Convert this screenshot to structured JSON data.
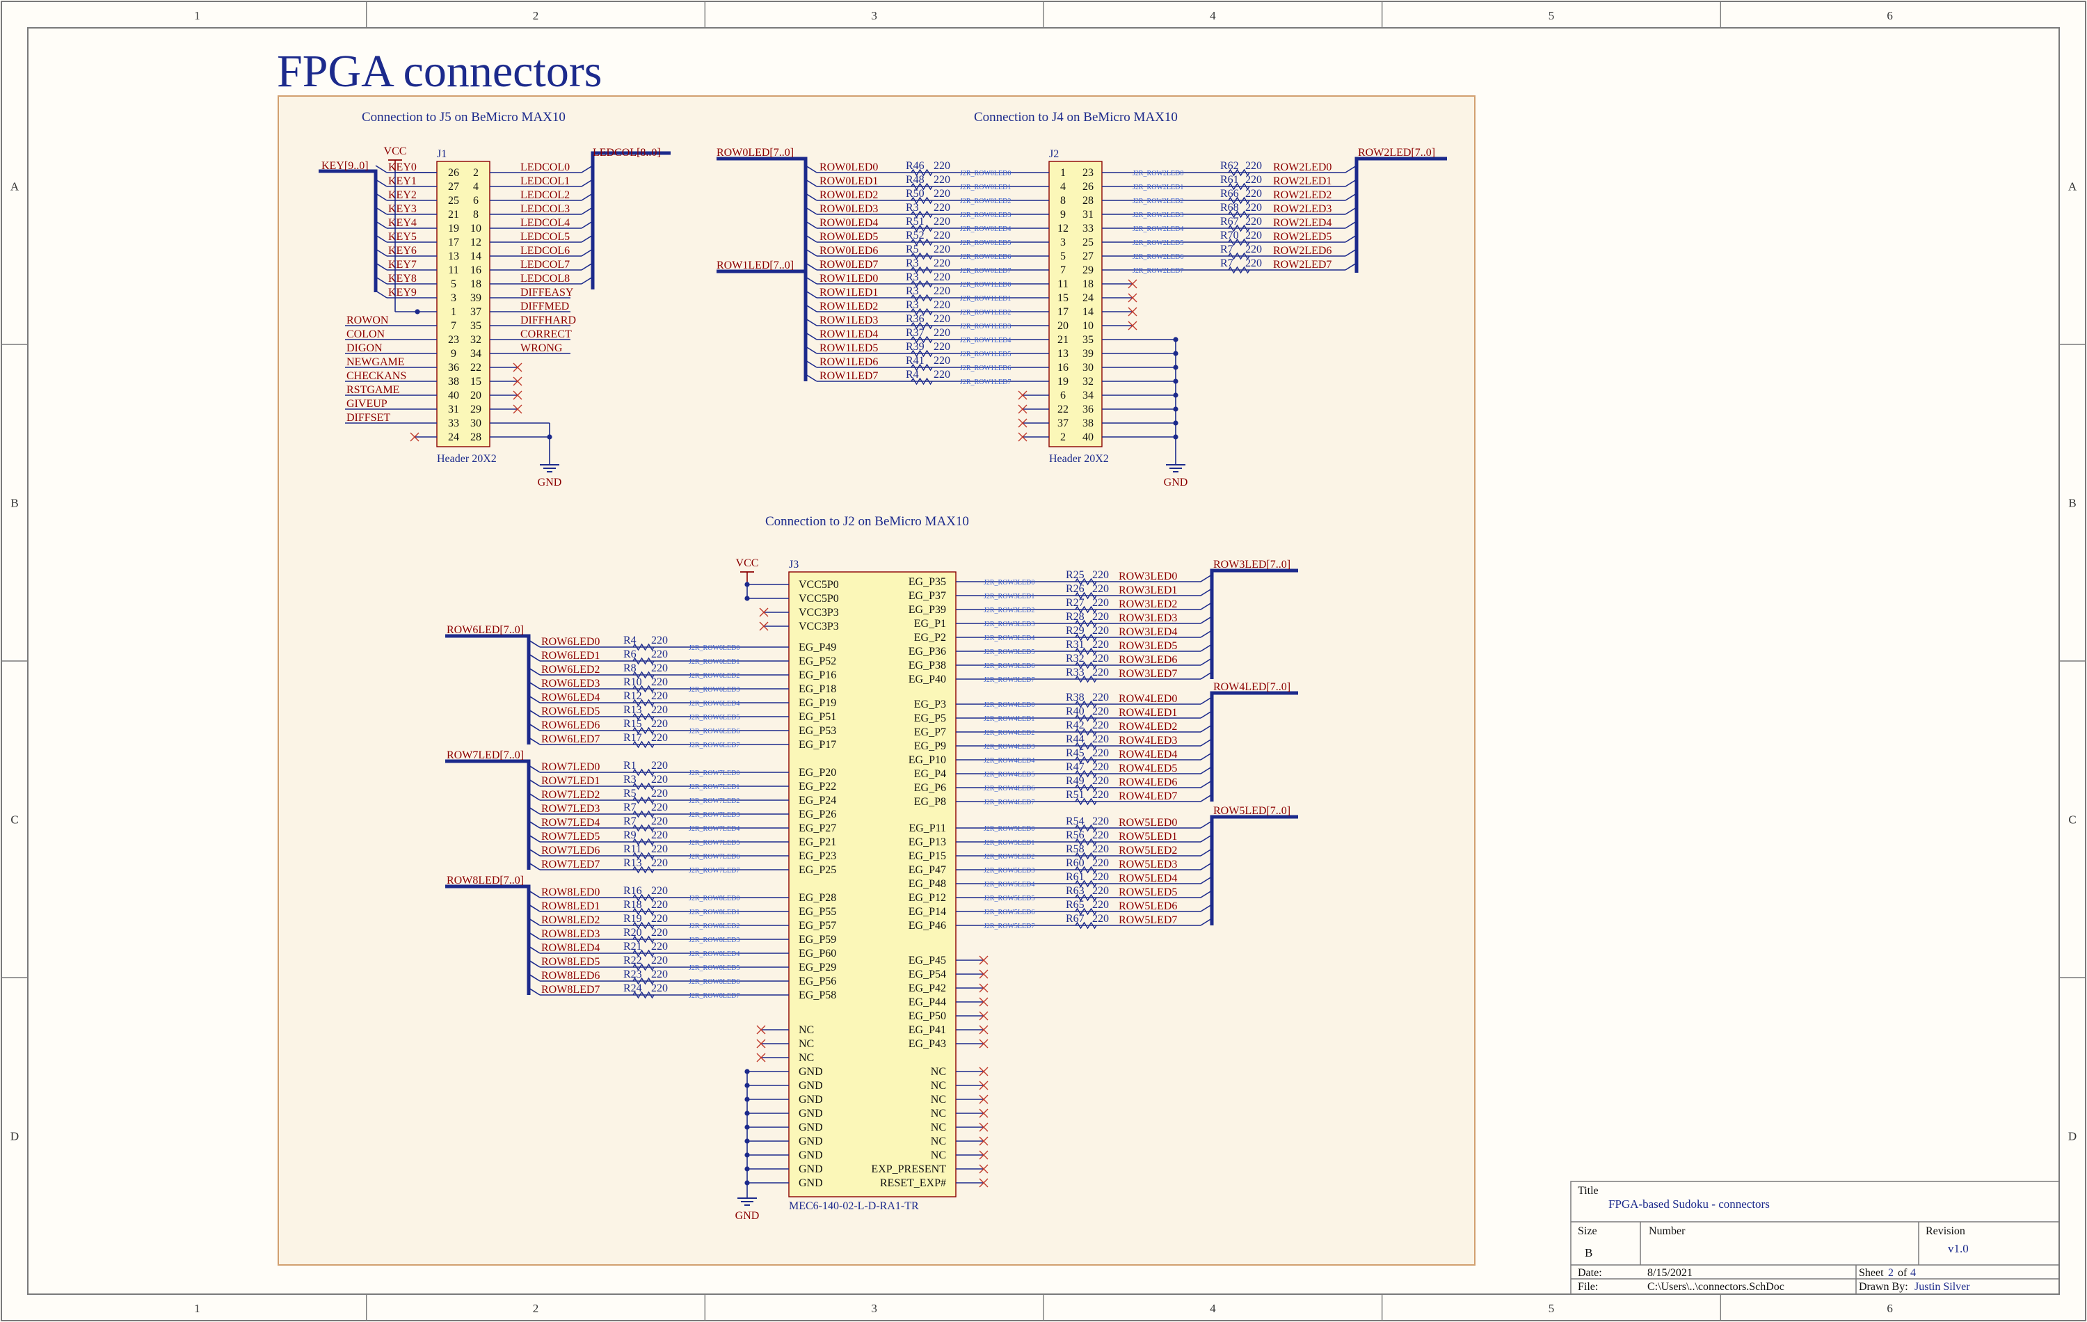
{
  "sheet": {
    "title": "FPGA connectors",
    "grid_cols": [
      "1",
      "2",
      "3",
      "4",
      "5",
      "6"
    ],
    "grid_rows": [
      "A",
      "B",
      "C",
      "D"
    ]
  },
  "colors": {
    "border": "#7a7a7a",
    "ink": "#1c2a8c",
    "red": "#8b0000",
    "blue_label": "#3a5fd0",
    "part_fill": "#fbf7b8",
    "part_stroke": "#8b0000",
    "region_fill": "#fbf4e6",
    "region_stroke": "#d2a070"
  },
  "sections": {
    "j5_title": "Connection to J5 on BeMicro MAX10",
    "j4_title": "Connection to J4 on BeMicro MAX10",
    "j2_title": "Connection to J2 on BeMicro MAX10"
  },
  "j1": {
    "designator": "J1",
    "footer": "Header 20X2",
    "vcc": "VCC",
    "gnd": "GND",
    "bus_left": "KEY[9..0]",
    "bus_right": "LEDCOL[8..0]",
    "rows": [
      {
        "l": "KEY0",
        "a": "26",
        "b": "2",
        "r": "LEDCOL0"
      },
      {
        "l": "KEY1",
        "a": "27",
        "b": "4",
        "r": "LEDCOL1"
      },
      {
        "l": "KEY2",
        "a": "25",
        "b": "6",
        "r": "LEDCOL2"
      },
      {
        "l": "KEY3",
        "a": "21",
        "b": "8",
        "r": "LEDCOL3"
      },
      {
        "l": "KEY4",
        "a": "19",
        "b": "10",
        "r": "LEDCOL4"
      },
      {
        "l": "KEY5",
        "a": "17",
        "b": "12",
        "r": "LEDCOL5"
      },
      {
        "l": "KEY6",
        "a": "13",
        "b": "14",
        "r": "LEDCOL6"
      },
      {
        "l": "KEY7",
        "a": "11",
        "b": "16",
        "r": "LEDCOL7"
      },
      {
        "l": "KEY8",
        "a": "5",
        "b": "18",
        "r": "LEDCOL8"
      },
      {
        "l": "KEY9",
        "a": "3",
        "b": "39",
        "r": "DIFFEASY"
      },
      {
        "l": "",
        "a": "1",
        "b": "37",
        "r": "DIFFMED"
      },
      {
        "l": "ROWON",
        "a": "7",
        "b": "35",
        "r": "DIFFHARD"
      },
      {
        "l": "COLON",
        "a": "23",
        "b": "32",
        "r": "CORRECT"
      },
      {
        "l": "DIGON",
        "a": "9",
        "b": "34",
        "r": "WRONG"
      },
      {
        "l": "NEWGAME",
        "a": "36",
        "b": "22",
        "r": ""
      },
      {
        "l": "CHECKANS",
        "a": "38",
        "b": "15",
        "r": ""
      },
      {
        "l": "RSTGAME",
        "a": "40",
        "b": "20",
        "r": ""
      },
      {
        "l": "GIVEUP",
        "a": "31",
        "b": "29",
        "r": ""
      },
      {
        "l": "DIFFSET",
        "a": "33",
        "b": "30",
        "r": ""
      },
      {
        "l": "",
        "a": "24",
        "b": "28",
        "r": ""
      }
    ]
  },
  "j2": {
    "designator": "J2",
    "footer": "Header 20X2",
    "gnd": "GND",
    "bus_row0": "ROW0LED[7..0]",
    "bus_row1": "ROW1LED[7..0]",
    "bus_row2": "ROW2LED[7..0]",
    "left": [
      {
        "n": "ROW0LED0",
        "r": "R46",
        "v": "220",
        "w": "J2R_ROW0LED0",
        "a": "1",
        "b": "23",
        "w2": "J2R_ROW2LED0",
        "r2": "R62",
        "v2": "220",
        "n2": "ROW2LED0"
      },
      {
        "n": "ROW0LED1",
        "r": "R48",
        "v": "220",
        "w": "J2R_ROW0LED1",
        "a": "4",
        "b": "26",
        "w2": "J2R_ROW2LED1",
        "r2": "R61",
        "v2": "220",
        "n2": "ROW2LED1"
      },
      {
        "n": "ROW0LED2",
        "r": "R50",
        "v": "220",
        "w": "J2R_ROW0LED2",
        "a": "8",
        "b": "28",
        "w2": "J2R_ROW2LED2",
        "r2": "R66",
        "v2": "220",
        "n2": "ROW2LED2"
      },
      {
        "n": "ROW0LED3",
        "r": "R3",
        "v": "220",
        "w": "J2R_ROW0LED3",
        "a": "9",
        "b": "31",
        "w2": "J2R_ROW2LED3",
        "r2": "R68",
        "v2": "220",
        "n2": "ROW2LED3"
      },
      {
        "n": "ROW0LED4",
        "r": "R51",
        "v": "220",
        "w": "J2R_ROW0LED4",
        "a": "12",
        "b": "33",
        "w2": "J2R_ROW2LED4",
        "r2": "R67",
        "v2": "220",
        "n2": "ROW2LED4"
      },
      {
        "n": "ROW0LED5",
        "r": "R52",
        "v": "220",
        "w": "J2R_ROW0LED5",
        "a": "3",
        "b": "25",
        "w2": "J2R_ROW2LED5",
        "r2": "R70",
        "v2": "220",
        "n2": "ROW2LED5"
      },
      {
        "n": "ROW0LED6",
        "r": "R5",
        "v": "220",
        "w": "J2R_ROW0LED6",
        "a": "5",
        "b": "27",
        "w2": "J2R_ROW2LED6",
        "r2": "R7",
        "v2": "220",
        "n2": "ROW2LED6"
      },
      {
        "n": "ROW0LED7",
        "r": "R3",
        "v": "220",
        "w": "J2R_ROW0LED7",
        "a": "7",
        "b": "29",
        "w2": "J2R_ROW2LED7",
        "r2": "R7",
        "v2": "220",
        "n2": "ROW2LED7"
      },
      {
        "n": "ROW1LED0",
        "r": "R3",
        "v": "220",
        "w": "J2R_ROW1LED0",
        "a": "11",
        "b": "18",
        "w2": "",
        "r2": "",
        "v2": "",
        "n2": ""
      },
      {
        "n": "ROW1LED1",
        "r": "R3",
        "v": "220",
        "w": "J2R_ROW1LED1",
        "a": "15",
        "b": "24",
        "w2": "",
        "r2": "",
        "v2": "",
        "n2": ""
      },
      {
        "n": "ROW1LED2",
        "r": "R3",
        "v": "220",
        "w": "J2R_ROW1LED2",
        "a": "17",
        "b": "14",
        "w2": "",
        "r2": "",
        "v2": "",
        "n2": ""
      },
      {
        "n": "ROW1LED3",
        "r": "R36",
        "v": "220",
        "w": "J2R_ROW1LED3",
        "a": "20",
        "b": "10",
        "w2": "",
        "r2": "",
        "v2": "",
        "n2": ""
      },
      {
        "n": "ROW1LED4",
        "r": "R37",
        "v": "220",
        "w": "J2R_ROW1LED4",
        "a": "21",
        "b": "35",
        "w2": "",
        "r2": "",
        "v2": "",
        "n2": ""
      },
      {
        "n": "ROW1LED5",
        "r": "R39",
        "v": "220",
        "w": "J2R_ROW1LED5",
        "a": "13",
        "b": "39",
        "w2": "",
        "r2": "",
        "v2": "",
        "n2": ""
      },
      {
        "n": "ROW1LED6",
        "r": "R41",
        "v": "220",
        "w": "J2R_ROW1LED6",
        "a": "16",
        "b": "30",
        "w2": "",
        "r2": "",
        "v2": "",
        "n2": ""
      },
      {
        "n": "ROW1LED7",
        "r": "R4",
        "v": "220",
        "w": "J2R_ROW1LED7",
        "a": "19",
        "b": "32",
        "w2": "",
        "r2": "",
        "v2": "",
        "n2": ""
      },
      {
        "n": "",
        "r": "",
        "v": "",
        "w": "",
        "a": "6",
        "b": "34",
        "w2": "",
        "r2": "",
        "v2": "",
        "n2": ""
      },
      {
        "n": "",
        "r": "",
        "v": "",
        "w": "",
        "a": "22",
        "b": "36",
        "w2": "",
        "r2": "",
        "v2": "",
        "n2": ""
      },
      {
        "n": "",
        "r": "",
        "v": "",
        "w": "",
        "a": "37",
        "b": "38",
        "w2": "",
        "r2": "",
        "v2": "",
        "n2": ""
      },
      {
        "n": "",
        "r": "",
        "v": "",
        "w": "",
        "a": "2",
        "b": "40",
        "w2": "",
        "r2": "",
        "v2": "",
        "n2": ""
      }
    ]
  },
  "j3": {
    "designator": "J3",
    "footer": "MEC6-140-02-L-D-RA1-TR",
    "vcc": "VCC",
    "gnd": "GND",
    "power_pins": [
      "VCC5P0",
      "VCC5P0",
      "VCC3P3",
      "VCC3P3"
    ],
    "buses_left": [
      "ROW6LED[7..0]",
      "ROW7LED[7..0]",
      "ROW8LED[7..0]"
    ],
    "buses_right": [
      "ROW3LED[7..0]",
      "ROW4LED[7..0]",
      "ROW5LED[7..0]"
    ],
    "left_groups": [
      [
        {
          "n": "ROW6LED0",
          "r": "R4",
          "v": "220",
          "w": "J2R_ROW6LED0",
          "p": "EG_P49"
        },
        {
          "n": "ROW6LED1",
          "r": "R6",
          "v": "220",
          "w": "J2R_ROW6LED1",
          "p": "EG_P52"
        },
        {
          "n": "ROW6LED2",
          "r": "R8",
          "v": "220",
          "w": "J2R_ROW6LED2",
          "p": "EG_P16"
        },
        {
          "n": "ROW6LED3",
          "r": "R10",
          "v": "220",
          "w": "J2R_ROW6LED3",
          "p": "EG_P18"
        },
        {
          "n": "ROW6LED4",
          "r": "R12",
          "v": "220",
          "w": "J2R_ROW6LED4",
          "p": "EG_P19"
        },
        {
          "n": "ROW6LED5",
          "r": "R13",
          "v": "220",
          "w": "J2R_ROW6LED5",
          "p": "EG_P51"
        },
        {
          "n": "ROW6LED6",
          "r": "R15",
          "v": "220",
          "w": "J2R_ROW6LED6",
          "p": "EG_P53"
        },
        {
          "n": "ROW6LED7",
          "r": "R17",
          "v": "220",
          "w": "J2R_ROW6LED7",
          "p": "EG_P17"
        }
      ],
      [
        {
          "n": "ROW7LED0",
          "r": "R1",
          "v": "220",
          "w": "J2R_ROW7LED0",
          "p": "EG_P20"
        },
        {
          "n": "ROW7LED1",
          "r": "R3",
          "v": "220",
          "w": "J2R_ROW7LED1",
          "p": "EG_P22"
        },
        {
          "n": "ROW7LED2",
          "r": "R5",
          "v": "220",
          "w": "J2R_ROW7LED2",
          "p": "EG_P24"
        },
        {
          "n": "ROW7LED3",
          "r": "R7",
          "v": "220",
          "w": "J2R_ROW7LED3",
          "p": "EG_P26"
        },
        {
          "n": "ROW7LED4",
          "r": "R7",
          "v": "220",
          "w": "J2R_ROW7LED4",
          "p": "EG_P27"
        },
        {
          "n": "ROW7LED5",
          "r": "R9",
          "v": "220",
          "w": "J2R_ROW7LED5",
          "p": "EG_P21"
        },
        {
          "n": "ROW7LED6",
          "r": "R11",
          "v": "220",
          "w": "J2R_ROW7LED6",
          "p": "EG_P23"
        },
        {
          "n": "ROW7LED7",
          "r": "R13",
          "v": "220",
          "w": "J2R_ROW7LED7",
          "p": "EG_P25"
        }
      ],
      [
        {
          "n": "ROW8LED0",
          "r": "R16",
          "v": "220",
          "w": "J2R_ROW8LED0",
          "p": "EG_P28"
        },
        {
          "n": "ROW8LED1",
          "r": "R18",
          "v": "220",
          "w": "J2R_ROW8LED1",
          "p": "EG_P55"
        },
        {
          "n": "ROW8LED2",
          "r": "R19",
          "v": "220",
          "w": "J2R_ROW8LED2",
          "p": "EG_P57"
        },
        {
          "n": "ROW8LED3",
          "r": "R20",
          "v": "220",
          "w": "J2R_ROW8LED3",
          "p": "EG_P59"
        },
        {
          "n": "ROW8LED4",
          "r": "R21",
          "v": "220",
          "w": "J2R_ROW8LED4",
          "p": "EG_P60"
        },
        {
          "n": "ROW8LED5",
          "r": "R22",
          "v": "220",
          "w": "J2R_ROW8LED5",
          "p": "EG_P29"
        },
        {
          "n": "ROW8LED6",
          "r": "R23",
          "v": "220",
          "w": "J2R_ROW8LED6",
          "p": "EG_P56"
        },
        {
          "n": "ROW8LED7",
          "r": "R24",
          "v": "220",
          "w": "J2R_ROW8LED7",
          "p": "EG_P58"
        }
      ]
    ],
    "right_groups": [
      [
        {
          "p": "EG_P35",
          "w": "J2R_ROW3LED0",
          "r": "R25",
          "v": "220",
          "n": "ROW3LED0"
        },
        {
          "p": "EG_P37",
          "w": "J2R_ROW3LED1",
          "r": "R26",
          "v": "220",
          "n": "ROW3LED1"
        },
        {
          "p": "EG_P39",
          "w": "J2R_ROW3LED2",
          "r": "R27",
          "v": "220",
          "n": "ROW3LED2"
        },
        {
          "p": "EG_P1",
          "w": "J2R_ROW3LED3",
          "r": "R28",
          "v": "220",
          "n": "ROW3LED3"
        },
        {
          "p": "EG_P2",
          "w": "J2R_ROW3LED4",
          "r": "R29",
          "v": "220",
          "n": "ROW3LED4"
        },
        {
          "p": "EG_P36",
          "w": "J2R_ROW3LED5",
          "r": "R31",
          "v": "220",
          "n": "ROW3LED5"
        },
        {
          "p": "EG_P38",
          "w": "J2R_ROW3LED6",
          "r": "R32",
          "v": "220",
          "n": "ROW3LED6"
        },
        {
          "p": "EG_P40",
          "w": "J2R_ROW3LED7",
          "r": "R33",
          "v": "220",
          "n": "ROW3LED7"
        }
      ],
      [
        {
          "p": "EG_P3",
          "w": "J2R_ROW4LED0",
          "r": "R38",
          "v": "220",
          "n": "ROW4LED0"
        },
        {
          "p": "EG_P5",
          "w": "J2R_ROW4LED1",
          "r": "R40",
          "v": "220",
          "n": "ROW4LED1"
        },
        {
          "p": "EG_P7",
          "w": "J2R_ROW4LED2",
          "r": "R42",
          "v": "220",
          "n": "ROW4LED2"
        },
        {
          "p": "EG_P9",
          "w": "J2R_ROW4LED3",
          "r": "R44",
          "v": "220",
          "n": "ROW4LED3"
        },
        {
          "p": "EG_P10",
          "w": "J2R_ROW4LED4",
          "r": "R45",
          "v": "220",
          "n": "ROW4LED4"
        },
        {
          "p": "EG_P4",
          "w": "J2R_ROW4LED5",
          "r": "R47",
          "v": "220",
          "n": "ROW4LED5"
        },
        {
          "p": "EG_P6",
          "w": "J2R_ROW4LED6",
          "r": "R49",
          "v": "220",
          "n": "ROW4LED6"
        },
        {
          "p": "EG_P8",
          "w": "J2R_ROW4LED7",
          "r": "R51",
          "v": "220",
          "n": "ROW4LED7"
        }
      ],
      [
        {
          "p": "EG_P11",
          "w": "J2R_ROW5LED0",
          "r": "R54",
          "v": "220",
          "n": "ROW5LED0"
        },
        {
          "p": "EG_P13",
          "w": "J2R_ROW5LED1",
          "r": "R56",
          "v": "220",
          "n": "ROW5LED1"
        },
        {
          "p": "EG_P15",
          "w": "J2R_ROW5LED2",
          "r": "R58",
          "v": "220",
          "n": "ROW5LED2"
        },
        {
          "p": "EG_P47",
          "w": "J2R_ROW5LED3",
          "r": "R60",
          "v": "220",
          "n": "ROW5LED3"
        },
        {
          "p": "EG_P48",
          "w": "J2R_ROW5LED4",
          "r": "R61",
          "v": "220",
          "n": "ROW5LED4"
        },
        {
          "p": "EG_P12",
          "w": "J2R_ROW5LED5",
          "r": "R63",
          "v": "220",
          "n": "ROW5LED5"
        },
        {
          "p": "EG_P14",
          "w": "J2R_ROW5LED6",
          "r": "R65",
          "v": "220",
          "n": "ROW5LED6"
        },
        {
          "p": "EG_P46",
          "w": "J2R_ROW5LED7",
          "r": "R67",
          "v": "220",
          "n": "ROW5LED7"
        }
      ]
    ],
    "nc_right": [
      "EG_P45",
      "EG_P54",
      "EG_P42",
      "EG_P44",
      "EG_P50",
      "EG_P41",
      "EG_P43"
    ],
    "nc_left": [
      "NC",
      "NC",
      "NC"
    ],
    "gnd_left": [
      "GND",
      "GND",
      "GND",
      "GND",
      "GND",
      "GND",
      "GND",
      "GND",
      "GND"
    ],
    "bottom_right": [
      "NC",
      "NC",
      "NC",
      "NC",
      "NC",
      "NC",
      "NC",
      "EXP_PRESENT",
      "RESET_EXP#"
    ]
  },
  "title_block": {
    "title_label": "Title",
    "title": "FPGA-based Sudoku - connectors",
    "size_label": "Size",
    "size": "B",
    "number_label": "Number",
    "revision_label": "Revision",
    "revision": "v1.0",
    "date_label": "Date:",
    "date": "8/15/2021",
    "sheet_label": "Sheet",
    "sheet": "2",
    "of_label": "of",
    "of": "4",
    "file_label": "File:",
    "file": "C:\\Users\\..\\connectors.SchDoc",
    "drawn_label": "Drawn By:",
    "drawn": "Justin Silver"
  }
}
